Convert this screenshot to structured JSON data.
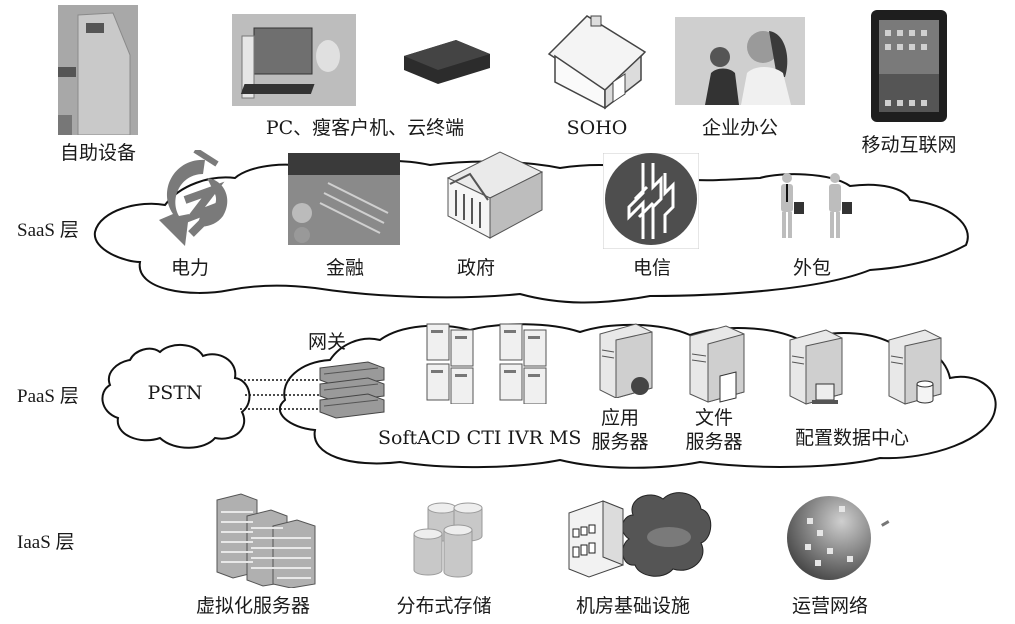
{
  "layers": {
    "saas": "SaaS 层",
    "paas": "PaaS 层",
    "iaas": "IaaS 层"
  },
  "terminals": {
    "self_service": "自助设备",
    "pc": "PC、瘦客户机、云终端",
    "soho": "SOHO",
    "enterprise": "企业办公",
    "mobile": "移动互联网"
  },
  "saas_items": {
    "power": "电力",
    "finance": "金融",
    "government": "政府",
    "telecom": "电信",
    "outsourcing": "外包"
  },
  "paas_items": {
    "pstn": "PSTN",
    "gateway": "网关",
    "softacd": "SoftACD CTI IVR MS",
    "app_server_1": "应用",
    "app_server_2": "服务器",
    "file_server_1": "文件",
    "file_server_2": "服务器",
    "config_center": "配置数据中心"
  },
  "iaas_items": {
    "virtual_servers": "虚拟化服务器",
    "distributed_storage": "分布式存储",
    "datacenter": "机房基础设施",
    "operation_network": "运营网络"
  },
  "colors": {
    "line": "#111111",
    "icon_dark": "#4a4a4a",
    "icon_mid": "#8a8a8a",
    "icon_light": "#d8d8d8"
  }
}
